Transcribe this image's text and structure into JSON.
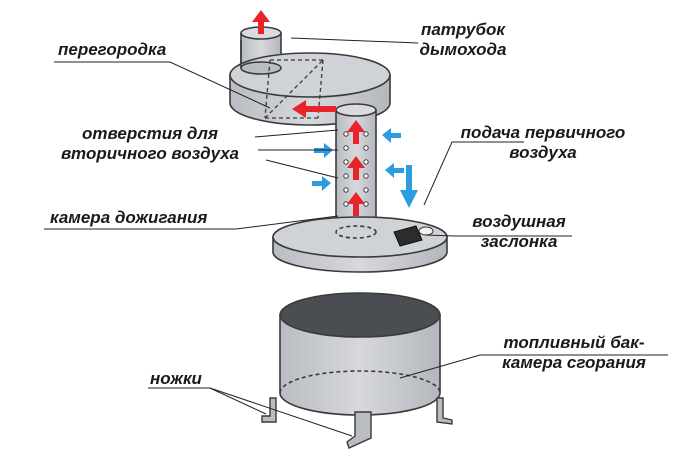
{
  "labels": {
    "chimney_pipe_1": "патрубок",
    "chimney_pipe_2": "дымохода",
    "partition": "перегородка",
    "secondary_air_1": "отверстия для",
    "secondary_air_2": "вторичного воздуха",
    "primary_air_1": "подача первичного",
    "primary_air_2": "воздуха",
    "afterburner": "камера дожигания",
    "air_damper_1": "воздушная",
    "air_damper_2": "заслонка",
    "fuel_tank_1": "топливный бак-",
    "fuel_tank_2": "камера сгорания",
    "legs": "ножки"
  },
  "colors": {
    "body_fill": "#c9ccd1",
    "body_stroke": "#3a3a3a",
    "flow_arrow": "#e8242a",
    "air_arrow": "#2d9be0"
  }
}
